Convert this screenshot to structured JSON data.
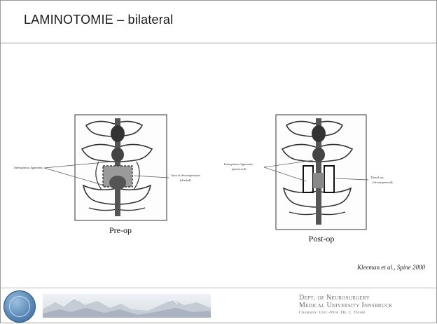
{
  "slide": {
    "title": "LAMINOTOMIE – bilateral"
  },
  "figure": {
    "left_panel": {
      "caption": "Pre-op",
      "labels": {
        "left": "Interspinous ligaments",
        "right_line1": "Area of decompression",
        "right_line2": "(shaded)"
      }
    },
    "right_panel": {
      "caption": "Post-op",
      "labels": {
        "left_line1": "Interspinous ligaments",
        "left_line2": "(preserved)",
        "right_line1": "Thecal sac",
        "right_line2": "(decompressed)"
      }
    }
  },
  "citation": "Kleeman et al., Spine 2000",
  "footer": {
    "dept_line1": "Dept. of Neurosurgery",
    "dept_line2": "Medical University Innsbruck",
    "dept_line3": "Chairman: Univ.-Prof. Dr. C. Thomé"
  }
}
